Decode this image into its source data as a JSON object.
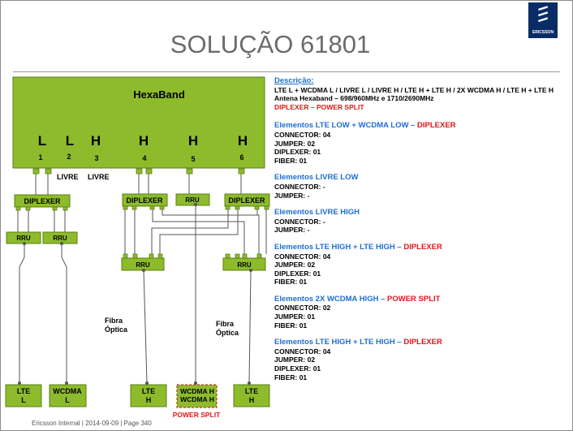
{
  "title": "SOLUÇÃO 61801",
  "footer": "Ericsson Internal  |  2014-09-09  |  Page 340",
  "logo": {
    "icon": "ericsson-logo-icon",
    "text": "ERICSSON",
    "bg": "#0a2c66"
  },
  "colors": {
    "box_fill": "#8dbb2c",
    "box_stroke": "#5c7f16",
    "blue": "#1f6fd1",
    "red": "#e0171b",
    "title": "#6b6b6b"
  },
  "diagram": {
    "antenna_label": "HexaBand",
    "bands": [
      {
        "band": "L",
        "num": "1"
      },
      {
        "band": "L",
        "num": "2"
      },
      {
        "band": "H",
        "num": "3"
      },
      {
        "band": "H",
        "num": "4"
      },
      {
        "band": "H",
        "num": "5"
      },
      {
        "band": "H",
        "num": "6"
      }
    ],
    "livre_labels": [
      "LIVRE",
      "LIVRE"
    ],
    "diplexer_label": "DIPLEXER",
    "rru_label": "RRU",
    "fibra_label": "Fibra\nÓptica",
    "power_split_label": "POWER SPLIT",
    "terminals": {
      "lte_l": "LTE\nL",
      "wcdma_l": "WCDMA\nL",
      "lte_h1": "LTE\nH",
      "wcdma_h": "WCDMA H\nWCDMA H",
      "lte_h2": "LTE\nH"
    }
  },
  "panel": {
    "description": {
      "heading": "Descrição:",
      "line1": "LTE L + WCDMA L / LIVRE L / LIVRE H / LTE H + LTE H / 2X WCDMA H / LTE H + LTE H",
      "line2": "Antena Hexaband – 698/960MHz  e  1710/2690MHz",
      "line3": "DIPLEXER – POWER SPLIT"
    },
    "sections": [
      {
        "head": "Elementos LTE LOW + WCDMA LOW",
        "sep": " – ",
        "red": "DIPLEXER",
        "lines": [
          "CONNECTOR: 04",
          "JUMPER: 02",
          "DIPLEXER: 01",
          "FIBER: 01"
        ]
      },
      {
        "head": "Elementos LIVRE LOW",
        "sep": "",
        "red": "",
        "lines": [
          "CONNECTOR: -",
          "JUMPER: -"
        ]
      },
      {
        "head": "Elementos LIVRE HIGH",
        "sep": "",
        "red": "",
        "lines": [
          "CONNECTOR: -",
          "JUMPER: -"
        ]
      },
      {
        "head": "Elementos LTE HIGH + LTE HIGH",
        "sep": " – ",
        "red": "DIPLEXER",
        "lines": [
          "CONNECTOR: 04",
          "JUMPER: 02",
          "DIPLEXER: 01",
          "FIBER: 01"
        ]
      },
      {
        "head": "Elementos 2X WCDMA HIGH",
        "sep": " – ",
        "red": "POWER SPLIT",
        "lines": [
          "CONNECTOR: 02",
          "JUMPER: 01",
          "FIBER: 01"
        ]
      },
      {
        "head": "Elementos LTE HIGH + LTE HIGH",
        "sep": " – ",
        "red": "DIPLEXER",
        "lines": [
          "CONNECTOR: 04",
          "JUMPER: 02",
          "DIPLEXER: 01",
          "FIBER: 01"
        ]
      }
    ]
  }
}
